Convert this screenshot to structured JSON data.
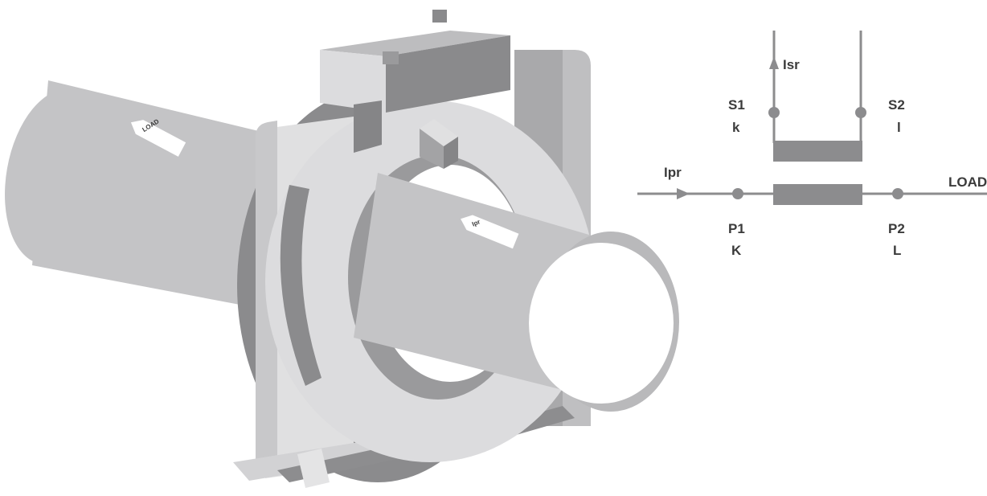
{
  "illustration": {
    "load_arrow_label": "LOAD",
    "ipr_arrow_label": "Ipr"
  },
  "schematic": {
    "primary_current": "Ipr",
    "secondary_current": "Isr",
    "s1_label": "S1",
    "s1_sub": "k",
    "s2_label": "S2",
    "s2_sub": "l",
    "p1_label": "P1",
    "p1_sub": "K",
    "p2_label": "P2",
    "p2_sub": "L",
    "load_label": "LOAD"
  },
  "colors": {
    "light_gray": "#c4c4c6",
    "mid_gray": "#a7a7a9",
    "dark_gray": "#858587",
    "pale_gray": "#e0e0e1",
    "line_gray": "#8c8c8e"
  }
}
